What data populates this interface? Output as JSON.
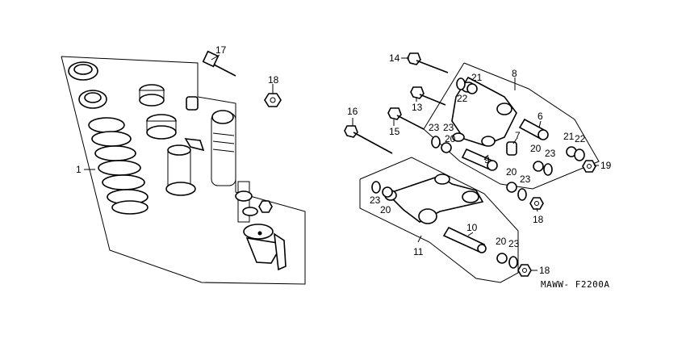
{
  "callouts": {
    "c1": "1",
    "c6": "6",
    "c7": "7",
    "c8": "8",
    "c9": "9",
    "c10": "10",
    "c11": "11",
    "c13": "13",
    "c14": "14",
    "c15": "15",
    "c16": "16",
    "c17": "17",
    "c18a": "18",
    "c18b": "18",
    "c18c": "18",
    "c19": "19",
    "c20a": "20",
    "c20b": "20",
    "c20c": "20",
    "c20d": "20",
    "c20e": "20",
    "c21a": "21",
    "c21b": "21",
    "c22a": "22",
    "c22b": "22",
    "c23a": "23",
    "c23b": "23",
    "c23c": "23",
    "c23d": "23",
    "c23e": "23",
    "c23f": "23"
  },
  "diagram_code": "MAWW- F2200A"
}
